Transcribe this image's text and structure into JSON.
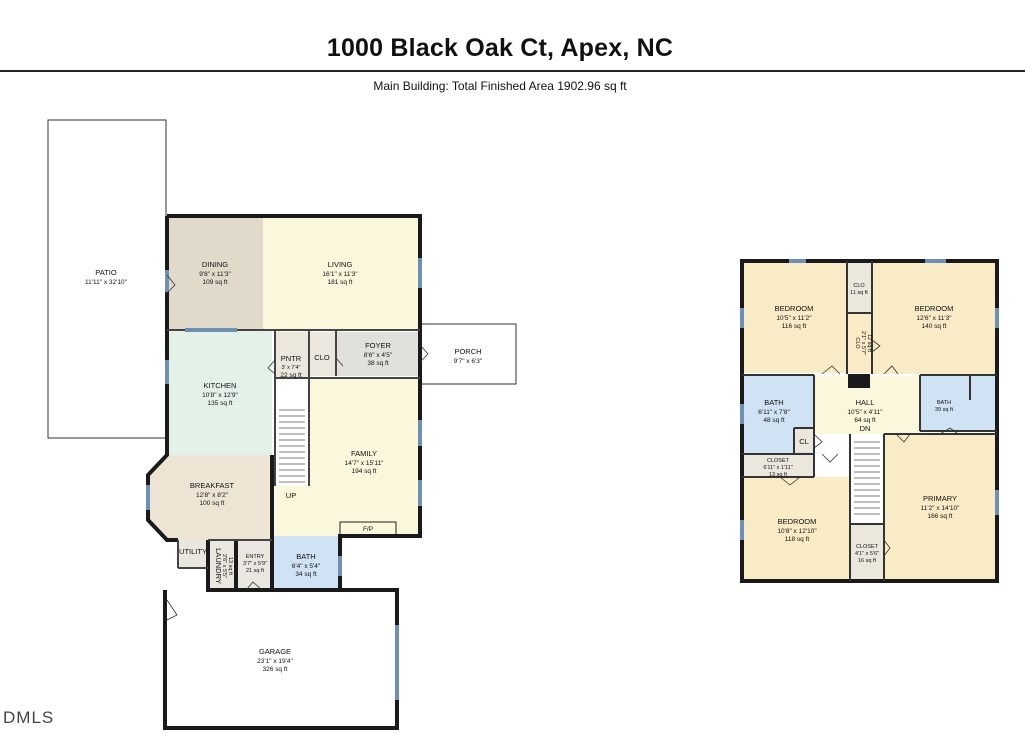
{
  "header": {
    "title": "1000 Black Oak Ct, Apex, NC",
    "subtitle": "Main Building: Total Finished Area 1902.96 sq ft"
  },
  "watermark": "DMLS",
  "colors": {
    "dining": "#e1dacb",
    "living": "#fbf7dc",
    "kitchen": "#e4f1e9",
    "breakfast": "#ede4d3",
    "family": "#fbf7dc",
    "foyer": "#e2e0dc",
    "bath": "#cfe3f5",
    "bedroom": "#f9ebc6",
    "hall": "#fbf7dc",
    "utility": "#eae7e1",
    "garage": "#ffffff",
    "wall": "#1a1a1a",
    "window": "#6f8fb3"
  },
  "first_floor": {
    "rooms": [
      {
        "id": "patio",
        "name": "PATIO",
        "dims": "11'11\" x 32'10\"",
        "area": ""
      },
      {
        "id": "dining",
        "name": "DINING",
        "dims": "9'8\" x 11'3\"",
        "area": "109 sq ft"
      },
      {
        "id": "living",
        "name": "LIVING",
        "dims": "16'1\" x 11'3\"",
        "area": "181 sq ft"
      },
      {
        "id": "kitchen",
        "name": "KITCHEN",
        "dims": "10'8\" x 12'9\"",
        "area": "135 sq ft"
      },
      {
        "id": "pantry",
        "name": "PNTR",
        "dims": "3' x 7'4\"",
        "area": "22 sq ft"
      },
      {
        "id": "clo1",
        "name": "CLO",
        "dims": "",
        "area": ""
      },
      {
        "id": "foyer",
        "name": "FOYER",
        "dims": "8'6\" x 4'5\"",
        "area": "38 sq ft"
      },
      {
        "id": "porch",
        "name": "PORCH",
        "dims": "9'7\" x 6'3\"",
        "area": ""
      },
      {
        "id": "family",
        "name": "FAMILY",
        "dims": "14'7\" x 15'11\"",
        "area": "194 sq ft"
      },
      {
        "id": "breakfast",
        "name": "BREAKFAST",
        "dims": "12'8\" x 8'2\"",
        "area": "100 sq ft"
      },
      {
        "id": "utility",
        "name": "UTILITY",
        "dims": "",
        "area": ""
      },
      {
        "id": "laundry",
        "name": "LAUNDRY",
        "dims": "2'6\" x 5'5\"",
        "area": "13 sq ft"
      },
      {
        "id": "entry",
        "name": "ENTRY",
        "dims": "3'7\" x 5'9\"",
        "area": "21 sq ft"
      },
      {
        "id": "bath1",
        "name": "BATH",
        "dims": "6'4\" x 5'4\"",
        "area": "34 sq ft"
      },
      {
        "id": "garage",
        "name": "GARAGE",
        "dims": "23'1\" x 19'4\"",
        "area": "326 sq ft"
      }
    ],
    "labels": {
      "up": "UP",
      "fp": "F/P"
    }
  },
  "second_floor": {
    "rooms": [
      {
        "id": "bed1",
        "name": "BEDROOM",
        "dims": "10'5\" x 11'2\"",
        "area": "116 sq ft"
      },
      {
        "id": "clo2",
        "name": "CLO",
        "dims": "",
        "area": "11 sq ft"
      },
      {
        "id": "bed2",
        "name": "BEDROOM",
        "dims": "12'6\" x 11'3\"",
        "area": "140 sq ft"
      },
      {
        "id": "clo3",
        "name": "CLO",
        "dims": "2'1\" x 5'7\"",
        "area": "12 sq ft"
      },
      {
        "id": "bath2",
        "name": "BATH",
        "dims": "6'11\" x 7'8\"",
        "area": "48 sq ft"
      },
      {
        "id": "hall",
        "name": "HALL",
        "dims": "10'5\" x 4'11\"",
        "area": "64 sq ft"
      },
      {
        "id": "bath3",
        "name": "BATH",
        "dims": "",
        "area": "39 sq ft"
      },
      {
        "id": "cl",
        "name": "CL",
        "dims": "",
        "area": ""
      },
      {
        "id": "closet1",
        "name": "CLOSET",
        "dims": "6'11\" x 1'11\"",
        "area": "13 sq ft"
      },
      {
        "id": "bed3",
        "name": "BEDROOM",
        "dims": "10'8\" x 12'10\"",
        "area": "118 sq ft"
      },
      {
        "id": "primary",
        "name": "PRIMARY",
        "dims": "11'2\" x 14'10\"",
        "area": "166 sq ft"
      },
      {
        "id": "closet2",
        "name": "CLOSET",
        "dims": "4'1\" x 5'6\"",
        "area": "16 sq ft"
      }
    ],
    "labels": {
      "dn": "DN"
    }
  }
}
